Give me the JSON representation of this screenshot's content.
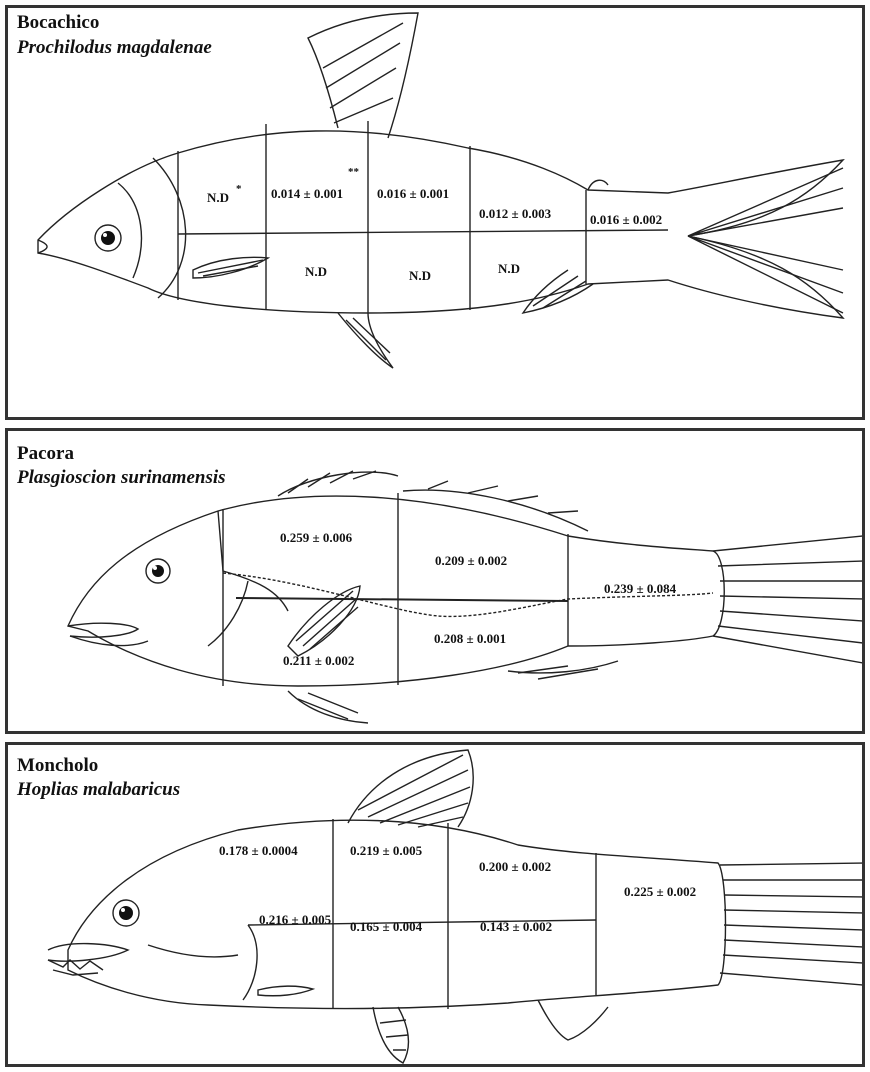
{
  "panels": [
    {
      "common_name": "Bocachico",
      "scientific_name": "Prochilodus magdalenae",
      "values": {
        "upper_1": "N.D",
        "upper_1_mark": "*",
        "upper_2": "0.014 ± 0.001",
        "upper_2_mark": "**",
        "upper_3": "0.016 ± 0.001",
        "upper_4": "0.012 ± 0.003",
        "tail": "0.016 ± 0.002",
        "lower_2": "N.D",
        "lower_3": "N.D",
        "lower_4": "N.D"
      }
    },
    {
      "common_name": "Pacora",
      "scientific_name": "Plasgioscion surinamensis",
      "values": {
        "upper_1": "0.259 ± 0.006",
        "upper_2": "0.209 ± 0.002",
        "tail": "0.239 ± 0.084",
        "lower_1": "0.211 ± 0.002",
        "lower_2": "0.208 ± 0.001"
      }
    },
    {
      "common_name": "Moncholo",
      "scientific_name": "Hoplias malabaricus",
      "values": {
        "upper_1": "0.178 ± 0.0004",
        "upper_2": "0.219 ± 0.005",
        "upper_3": "0.200 ± 0.002",
        "tail": "0.225 ± 0.002",
        "lower_1": "0.216 ± 0.005",
        "lower_2": "0.165 ± 0.004",
        "lower_3": "0.143 ± 0.002"
      }
    }
  ],
  "colors": {
    "line": "#222222",
    "border": "#333333",
    "background": "#ffffff"
  }
}
